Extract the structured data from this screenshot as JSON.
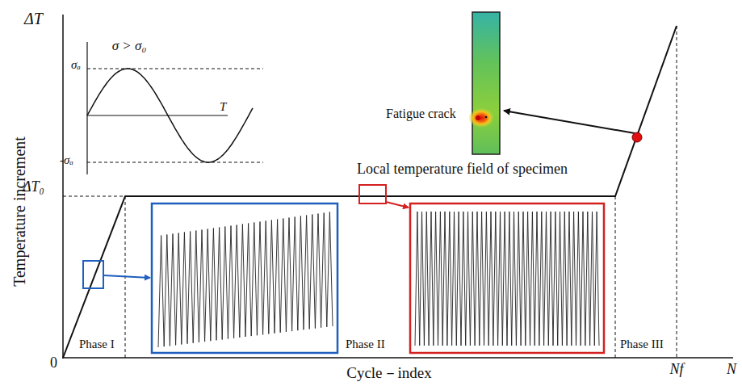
{
  "diagram": {
    "labels": [
      "ΔT",
      "Temperature increment",
      "ΔT₀",
      "0",
      "Cycle－index",
      "Nf",
      "N",
      "σ > σ₀",
      "σₐ",
      "-σₐ",
      "T",
      "Phase I",
      "Phase II",
      "Phase III",
      "Local temperature field of specimen",
      "Fatigue crack"
    ]
  }
}
